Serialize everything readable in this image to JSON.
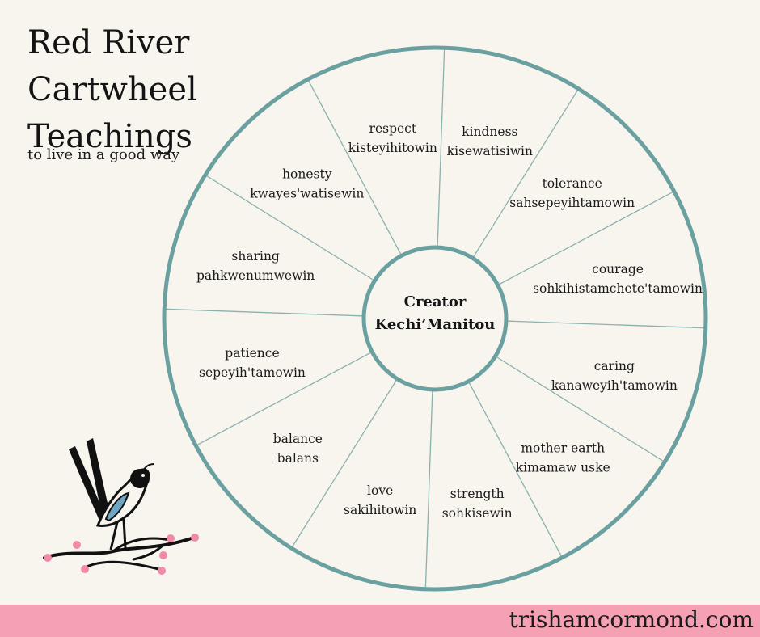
{
  "header": {
    "title": "Red River Cartwheel Teachings",
    "subtitle": "to live in a good way"
  },
  "wheel": {
    "hub": {
      "line1": "Creator",
      "line2": "Kechi’Manitou"
    },
    "spokes": [
      {
        "english": "respect",
        "cree": "kisteyihitowin"
      },
      {
        "english": "kindness",
        "cree": "kisewatisiwin"
      },
      {
        "english": "tolerance",
        "cree": "sahsepeyihtamowin"
      },
      {
        "english": "courage",
        "cree": "sohkihistamchete'tamowin"
      },
      {
        "english": "caring",
        "cree": "kanaweyih'tamowin"
      },
      {
        "english": "mother earth",
        "cree": "kimamaw uske"
      },
      {
        "english": "strength",
        "cree": "sohkisewin"
      },
      {
        "english": "love",
        "cree": "sakihitowin"
      },
      {
        "english": "balance",
        "cree": "balans"
      },
      {
        "english": "patience",
        "cree": "sepeyih'tamowin"
      },
      {
        "english": "sharing",
        "cree": "pahkwenumwewin"
      },
      {
        "english": "honesty",
        "cree": "kwayes'watisewin"
      }
    ],
    "colors": {
      "rim": "#6ba0a0",
      "spoke": "#8ab2ae",
      "text": "#1a1a1a"
    }
  },
  "footer": {
    "text": "trishamcormond.com",
    "color": "#f5a0b3"
  },
  "illustration": {
    "icon": "bird-on-branch-icon"
  }
}
